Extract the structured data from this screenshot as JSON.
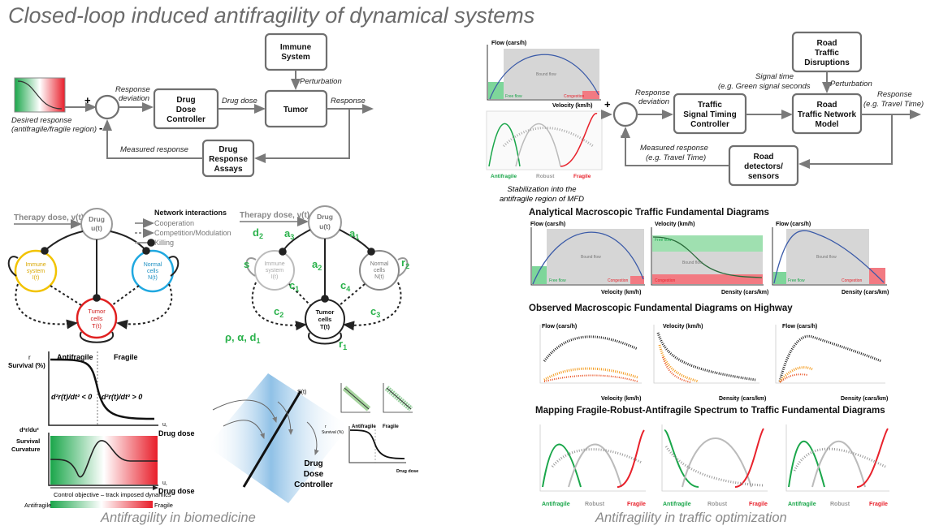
{
  "title": "Closed-loop induced antifragility of dynamical systems",
  "captions": {
    "left": "Antifragility in biomedicine",
    "right": "Antifragility in traffic optimization"
  },
  "bio_loop": {
    "desired_response": "Desired response",
    "desired_response_sub": "(antifragile/fragile region)",
    "plus": "+",
    "minus": "-",
    "response_deviation_1": "Response",
    "response_deviation_2": "deviation",
    "controller_1": "Drug",
    "controller_2": "Dose",
    "controller_3": "Controller",
    "drug_dose": "Drug dose",
    "immune_1": "Immune",
    "immune_2": "System",
    "perturbation": "Perturbation",
    "tumor": "Tumor",
    "response": "Response",
    "measured_response": "Measured response",
    "assays_1": "Drug",
    "assays_2": "Response",
    "assays_3": "Assays"
  },
  "network": {
    "therapy_dose": "Therapy dose, v(t)",
    "drug_1": "Drug",
    "drug_2": "u(t)",
    "immune_1": "Immune",
    "immune_2": "system",
    "immune_3": "I(t)",
    "normal_1": "Normal",
    "normal_2": "cells",
    "normal_3": "N(t)",
    "tumor_1": "Tumor",
    "tumor_2": "cells",
    "tumor_3": "T(t)",
    "legend_title": "Network interactions",
    "legend_items": [
      "Cooperation",
      "Competition/Modulation",
      "Killing"
    ]
  },
  "network_params": {
    "d2": "d",
    "d2_sub": "2",
    "a3": "a",
    "a3_sub": "3",
    "a1": "a",
    "a1_sub": "1",
    "a2": "a",
    "a2_sub": "2",
    "s": "s",
    "c1": "c",
    "c1_sub": "1",
    "c4": "c",
    "c4_sub": "4",
    "r2": "r",
    "r2_sub": "2",
    "c2": "c",
    "c2_sub": "2",
    "c3": "c",
    "c3_sub": "3",
    "rho_alpha_d1": "ρ, α, d",
    "rho_alpha_d1_sub": "1",
    "r1": "r",
    "r1_sub": "1"
  },
  "survival_plot": {
    "y_label_1": "r",
    "y_label_2": "Survival (%)",
    "antifragile": "Antifragile",
    "fragile": "Fragile",
    "left_eq": "d²r(t)/dt² < 0",
    "right_eq": "d²r(t)/dt² > 0",
    "x_label_1": "u,",
    "x_label_2": "Drug dose"
  },
  "curvature_plot": {
    "y_label_1": "d²r/du²",
    "y_label_2": "Survival",
    "y_label_3": "Curvature",
    "x_label_1": "u,",
    "x_label_2": "Drug dose",
    "objective": "Control objective – track imposed dynamics",
    "bar_left": "Antifragile",
    "bar_right": "Fragile"
  },
  "controller_illustration": {
    "label_1": "Drug",
    "label_2": "Dose",
    "label_3": "Controller",
    "st": "S(t)",
    "antifragile": "Antifragile",
    "fragile": "Fragile",
    "survival": "Survival (%)",
    "r": "r",
    "drug_dose": "Drug dose"
  },
  "traffic_loop": {
    "mfd_y": "Flow (cars/h)",
    "mfd_x": "Velocity (km/h)",
    "bound_flow": "Bound flow",
    "free_flow": "Free flow",
    "congestion": "Congestion",
    "antifragile": "Antifragile",
    "robust": "Robust",
    "fragile": "Fragile",
    "stabilization_1": "Stabilization into the",
    "stabilization_2": "antifragile region of MFD",
    "plus": "+",
    "minus": "-",
    "response_deviation_1": "Response",
    "response_deviation_2": "deviation",
    "controller_1": "Traffic",
    "controller_2": "Signal Timing",
    "controller_3": "Controller",
    "signal_time_1": "Signal time",
    "signal_time_2": "(e.g. Green signal seconds",
    "disruptions_1": "Road",
    "disruptions_2": "Traffic",
    "disruptions_3": "Disruptions",
    "perturbation": "Perturbation",
    "model_1": "Road",
    "model_2": "Traffic Network",
    "model_3": "Model",
    "response_1": "Response",
    "response_2": "(e.g. Travel Time)",
    "measured_1": "Measured response",
    "measured_2": "(e.g. Travel Time)",
    "detectors_1": "Road",
    "detectors_2": "detectors/",
    "detectors_3": "sensors"
  },
  "analytical_mfd": {
    "heading": "Analytical Macroscopic Traffic Fundamental Diagrams",
    "panels": [
      {
        "y": "Flow (cars/h)",
        "x": "Velocity (km/h)",
        "bound": "Bound flow",
        "free": "Free flow",
        "cong": "Congestion"
      },
      {
        "y": "Velocity (km/h)",
        "x": "Density (cars/km)",
        "bound": "Bound flow",
        "free": "Free flow",
        "cong": "Congestion"
      },
      {
        "y": "Flow (cars/h)",
        "x": "Density (cars/km)",
        "bound": "Bound flow",
        "free": "Free flow",
        "cong": "Congestion"
      }
    ]
  },
  "observed_mfd": {
    "heading": "Observed Macroscopic Fundamental Diagrams on Highway",
    "panels": [
      {
        "y": "Flow (cars/h)",
        "x": "Velocity (km/h)"
      },
      {
        "y": "Velocity (km/h)",
        "x": "Density (cars/km)"
      },
      {
        "y": "Flow (cars/h)",
        "x": "Density (cars/km)"
      }
    ]
  },
  "mapping": {
    "heading": "Mapping Fragile-Robust-Antifragile Spectrum to Traffic Fundamental Diagrams",
    "antifragile": "Antifragile",
    "robust": "Robust",
    "fragile": "Fragile"
  },
  "colors": {
    "green": "#2bb24c",
    "red": "#e8212b",
    "gray_box": "#6f6f6f",
    "immune": "#f2c300",
    "normal": "#20a8e0",
    "tumor": "#e02020"
  }
}
